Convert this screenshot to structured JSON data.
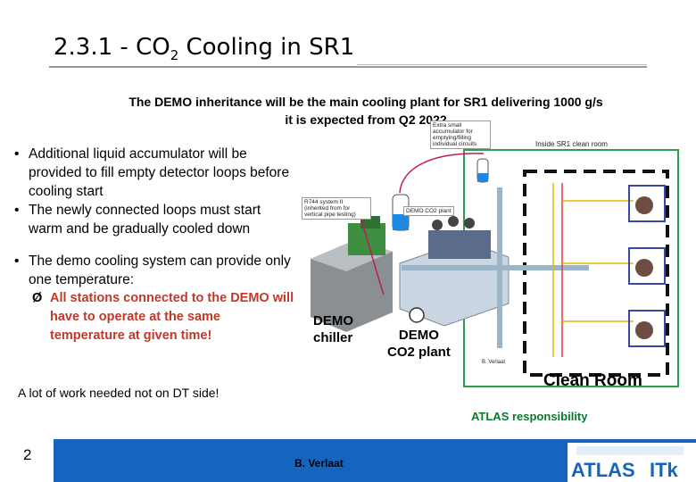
{
  "slide": {
    "title_main": "2.3.1 - CO",
    "title_sub": "2",
    "title_rest": " Cooling in SR1",
    "subtitle_line1": "The DEMO inheritance will be the main cooling plant for SR1 delivering  1000 g/s",
    "subtitle_line2": "it is expected from Q2 2022",
    "bullets": [
      "Additional liquid accumulator will be provided to fill empty detector loops before cooling start",
      "The newly connected loops must start warm and be gradually cooled down",
      "The demo cooling system can provide only one temperature:"
    ],
    "sub_bullet": "All stations connected to the DEMO will have to operate at the same temperature at given time!",
    "sub_bullet_arrow": "Ø",
    "note": "A lot of work needed not on DT side!",
    "page_number": "2",
    "author": "B. Verlaat"
  },
  "diagram": {
    "label_chiller_line1": "DEMO",
    "label_chiller_line2": "chiller",
    "label_plant_line1": "DEMO",
    "label_plant_line2": "CO2 plant",
    "label_clean_room": "Clean Room",
    "label_atlas": "ATLAS responsibility",
    "tag_accumulator": "Extra small accumulator for emptying/filling individual circuits",
    "tag_inside": "Inside SR1 clean room",
    "tag_r744": "R744 system II (inherited from for vertical pipe testing)",
    "tag_demo_plant": "DEMO CO2 plant",
    "tag_credit": "B. Verlaat",
    "colors": {
      "clean_room_border": "#2e9e4a",
      "dashed": "#111",
      "accent_red": "#c0392b",
      "footer": "#1565c0"
    }
  },
  "logo": {
    "text_atlas": "ATLAS",
    "text_itk": "ITk"
  }
}
